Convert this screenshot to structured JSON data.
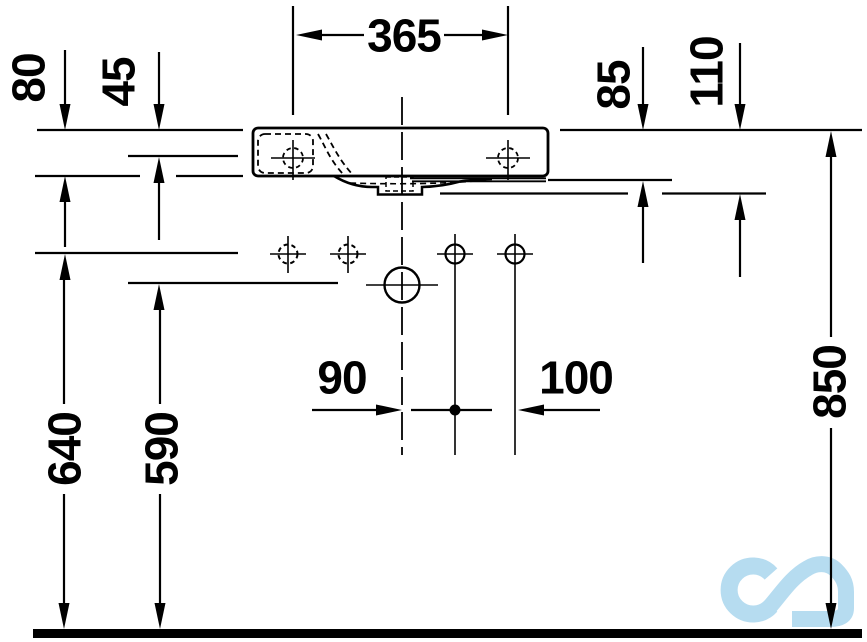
{
  "drawing": {
    "title": "washbasin-installation-drawing",
    "subject": "wall-hung washbasin front elevation with installation dimensions",
    "units": "mm",
    "dims": {
      "d365": "365",
      "d80": "80",
      "d45": "45",
      "d85": "85",
      "d110": "110",
      "d90": "90",
      "d100": "100",
      "d640": "640",
      "d590": "590",
      "d850": "850"
    },
    "colors": {
      "line": "#000000",
      "background": "#ffffff",
      "logo_blue": "#b6dcf0"
    },
    "logo": "infinity-logo-watermark"
  }
}
